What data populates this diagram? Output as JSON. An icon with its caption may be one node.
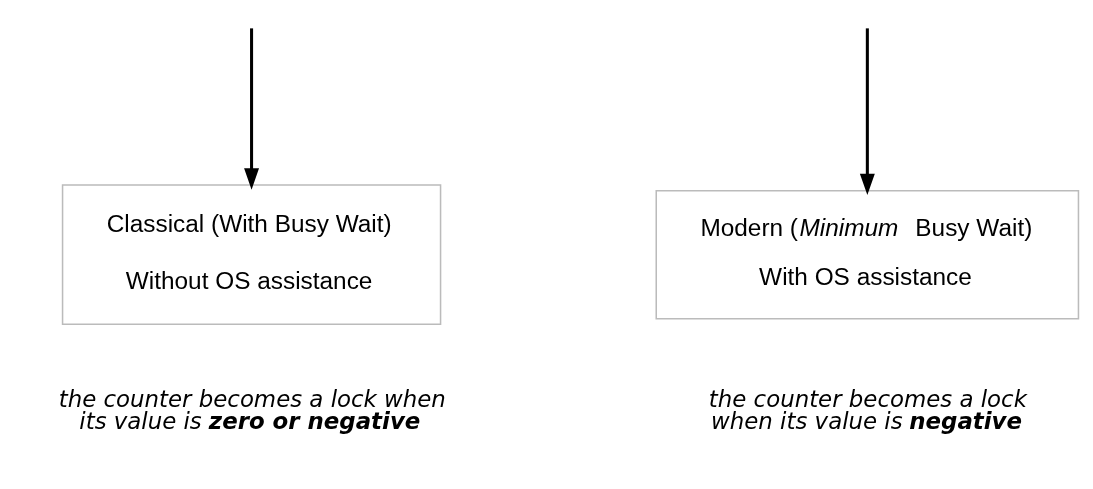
{
  "diagram": {
    "nodes": [
      {
        "text": [
          "Classical (With Busy Wait)",
          "Without OS assistance"
        ],
        "beside": [
          "the counter becomes a lock when its value is **zero or negative**"
        ]
      },
      {
        "text": [
          "Modern (*Minimum* Busy Wait)",
          "With OS assistance"
        ],
        "beside": [
          "the counter becomes a lock when its value is **negative**"
        ]
      }
    ],
    "edges": [
      {
        "from": null,
        "to": 0,
        "arrow": "to"
      },
      {
        "from": null,
        "to": 1,
        "arrow": "to"
      }
    ]
  }
}
